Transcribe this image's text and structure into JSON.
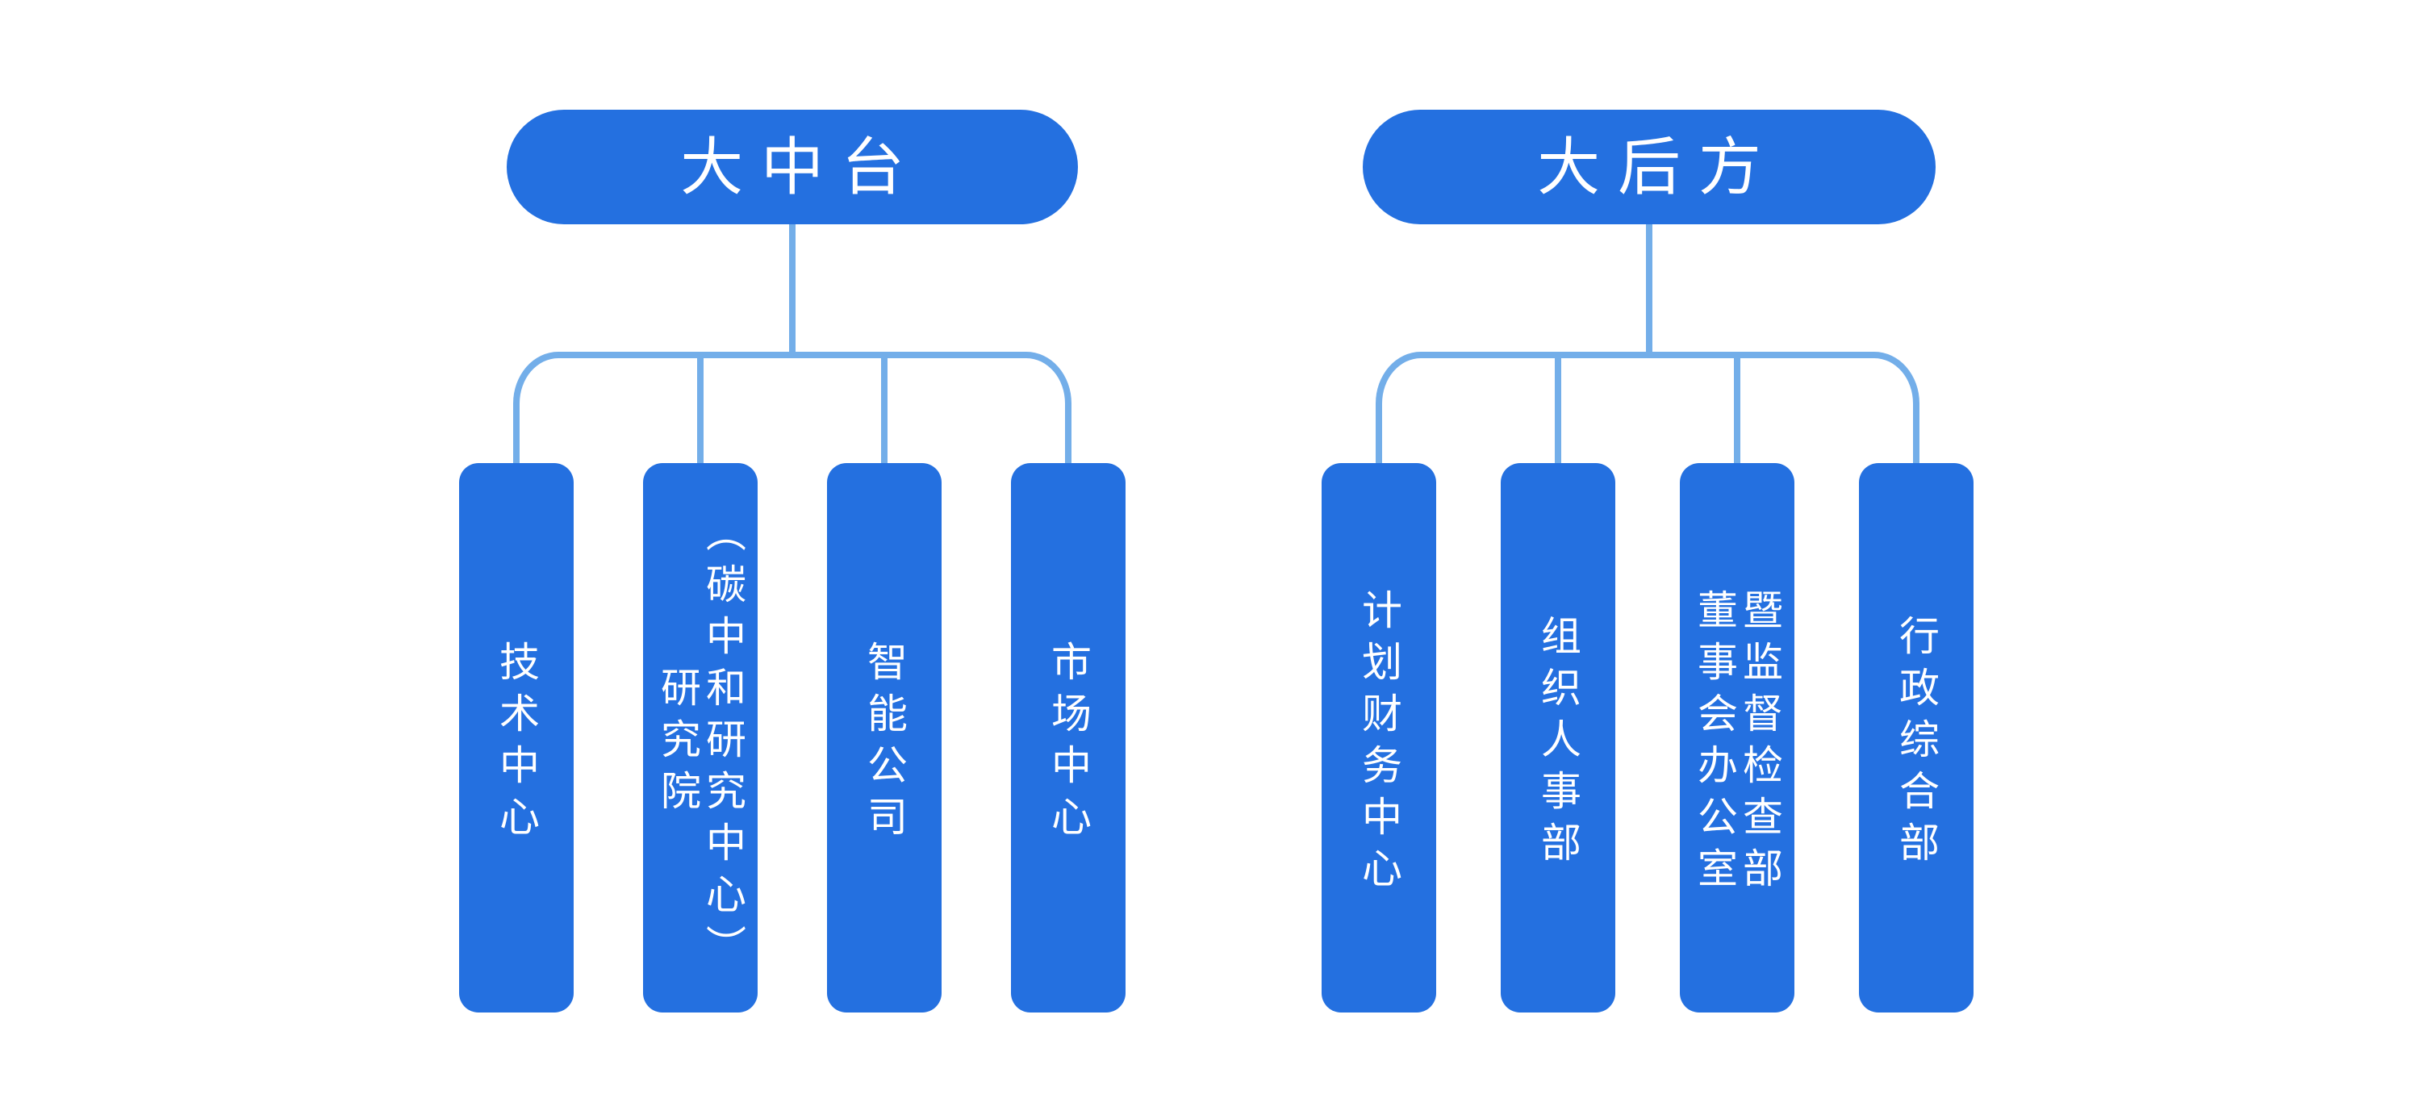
{
  "colors": {
    "node_fill": "#2470E0",
    "connector": "#73AEE9",
    "node_text": "#FFFFFF",
    "background": "#FFFFFF"
  },
  "groups": [
    {
      "title": "大中台",
      "children": [
        {
          "lines": [
            "技术中心"
          ]
        },
        {
          "lines": [
            "研究院",
            "（碳中和研究中心）"
          ]
        },
        {
          "lines": [
            "智能公司"
          ]
        },
        {
          "lines": [
            "市场中心"
          ]
        }
      ]
    },
    {
      "title": "大后方",
      "children": [
        {
          "lines": [
            "计划财务中心"
          ]
        },
        {
          "lines": [
            "组织人事部"
          ]
        },
        {
          "lines": [
            "董事会办公室",
            "暨监督检查部"
          ]
        },
        {
          "lines": [
            "行政综合部"
          ]
        }
      ]
    }
  ]
}
